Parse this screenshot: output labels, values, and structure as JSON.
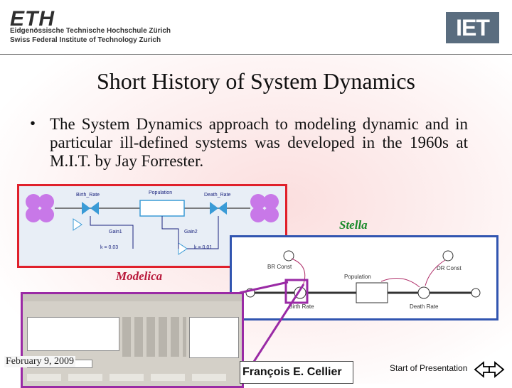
{
  "header": {
    "logo_left": "ETH",
    "logo_left_line1": "Eidgenössische Technische Hochschule Zürich",
    "logo_left_line2": "Swiss Federal Institute of Technology Zurich",
    "logo_right": "IET"
  },
  "slide": {
    "title": "Short History of System Dynamics",
    "bullet_symbol": "•",
    "bullet_text": "The System Dynamics approach to modeling dynamic and in particular ill-defined systems was developed in the 1960s at M.I.T. by Jay Forrester."
  },
  "figure_modelica": {
    "label": "Modelica",
    "birth_rate": "Birth_Rate",
    "death_rate": "Death_Rate",
    "population": "Population",
    "gain1": "Gain1",
    "gain2": "Gain2",
    "k1": "k = 0.03",
    "k2": "k = 0.01"
  },
  "figure_stella": {
    "label": "Stella",
    "br_const": "BR Const",
    "dr_const": "DR Const",
    "population": "Population",
    "birth_rate": "Birth Rate",
    "death_rate": "Death Rate"
  },
  "footer": {
    "date": "February 9, 2009",
    "author": "François E. Cellier",
    "start_link": "Start of Presentation"
  }
}
